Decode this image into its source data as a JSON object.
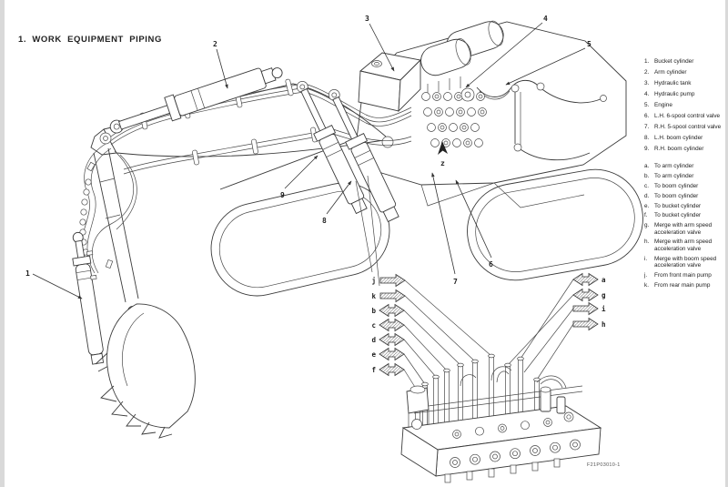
{
  "page": {
    "title": "1. WORK EQUIPMENT PIPING",
    "figure_code": "F21P03010-1"
  },
  "legend": {
    "numbered": [
      {
        "num": "1.",
        "label": "Bucket cylinder"
      },
      {
        "num": "2.",
        "label": "Arm cylinder"
      },
      {
        "num": "3.",
        "label": "Hydraulic tank"
      },
      {
        "num": "4.",
        "label": "Hydraulic pump"
      },
      {
        "num": "5.",
        "label": "Engine"
      },
      {
        "num": "6.",
        "label": "L.H. 6-spool control valve"
      },
      {
        "num": "7.",
        "label": "R.H. 5-spool control valve"
      },
      {
        "num": "8.",
        "label": "L.H. boom cylinder"
      },
      {
        "num": "9.",
        "label": "R.H. boom cylinder"
      }
    ],
    "lettered": [
      {
        "key": "a.",
        "label": "To arm cylinder"
      },
      {
        "key": "b.",
        "label": "To arm cylinder"
      },
      {
        "key": "c.",
        "label": "To boom cylinder"
      },
      {
        "key": "d.",
        "label": "To boom cylinder"
      },
      {
        "key": "e.",
        "label": "To bucket cylinder"
      },
      {
        "key": "f.",
        "label": "To bucket cylinder"
      },
      {
        "key": "g.",
        "label": "Merge with arm speed acceleration valve"
      },
      {
        "key": "h.",
        "label": "Merge with arm speed acceleration valve"
      },
      {
        "key": "i.",
        "label": "Merge with boom speed acceleration valve"
      },
      {
        "key": "j.",
        "label": "From front main pump"
      },
      {
        "key": "k.",
        "label": "From rear main pump"
      }
    ]
  },
  "callouts": {
    "1": "1",
    "2": "2",
    "3": "3",
    "4": "4",
    "5": "5",
    "6": "6",
    "7": "7",
    "8": "8",
    "9": "9",
    "z": "z"
  },
  "detail_arrows": {
    "left": [
      "j",
      "k",
      "b",
      "c",
      "d",
      "e",
      "f"
    ],
    "right": [
      "a",
      "g",
      "i",
      "h"
    ]
  }
}
